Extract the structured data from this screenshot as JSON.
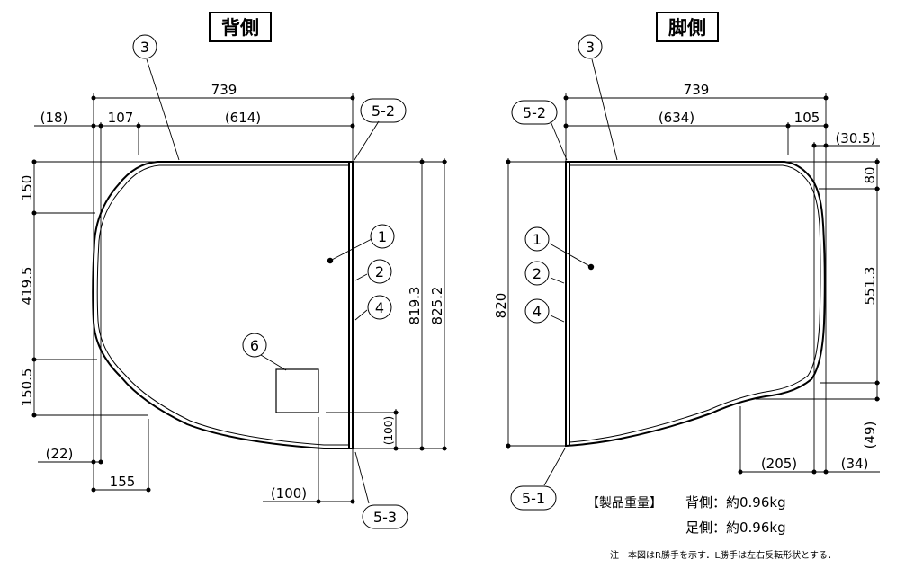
{
  "titles": {
    "back": "背側",
    "foot": "脚側"
  },
  "left_panel": {
    "callouts": {
      "c3": "3",
      "c52": "5-2",
      "c1": "1",
      "c2": "2",
      "c4": "4",
      "c6": "6",
      "c53": "5-3"
    },
    "dims": {
      "d739": "739",
      "d18": "(18)",
      "d107": "107",
      "d614": "(614)",
      "d150": "150",
      "d4195": "419.5",
      "d1505": "150.5",
      "d8193": "819.3",
      "d8252": "825.2",
      "d100v": "(100)",
      "d22": "(22)",
      "d155": "155",
      "d100h": "(100)"
    }
  },
  "right_panel": {
    "callouts": {
      "c3": "3",
      "c52": "5-2",
      "c1": "1",
      "c2": "2",
      "c4": "4",
      "c51": "5-1"
    },
    "dims": {
      "d739": "739",
      "d634": "(634)",
      "d105": "105",
      "d305": "(30.5)",
      "d80": "80",
      "d5513": "551.3",
      "d820": "820",
      "d49": "(49)",
      "d205": "(205)",
      "d34": "(34)"
    }
  },
  "weight": {
    "label": "【製品重量】",
    "back": "背側：約0.96kg",
    "foot": "足側：約0.96kg"
  },
  "note": "注　本図はR勝手を示す．L勝手は左右反転形状とする．"
}
